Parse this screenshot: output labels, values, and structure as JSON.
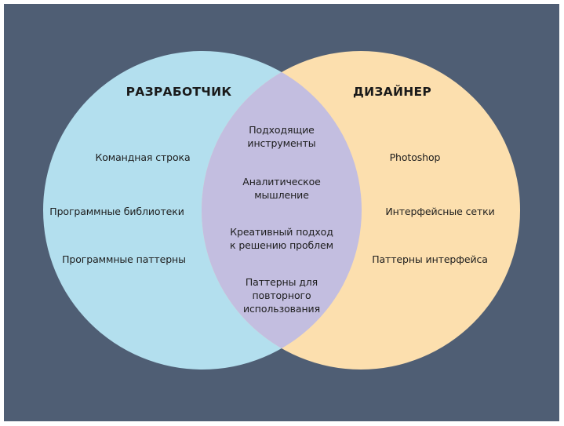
{
  "colors": {
    "background": "#4F5E74",
    "developer_circle": "#B3DFEE",
    "designer_circle": "#FCDFAE",
    "overlap": "#C3BEE0",
    "text": "#1d1d1d"
  },
  "developer": {
    "title": "РАЗРАБОТЧИК",
    "items": [
      "Командная строка",
      "Программные библиотеки",
      "Программные паттерны"
    ]
  },
  "designer": {
    "title": "ДИЗАЙНЕР",
    "items": [
      "Photoshop",
      "Интерфейсные сетки",
      "Паттерны интерфейса"
    ]
  },
  "overlap": {
    "items": [
      [
        "Подходящие",
        "инструменты"
      ],
      [
        "Аналитическое",
        "мышление"
      ],
      [
        "Креативный подход",
        "к решению проблем"
      ],
      [
        "Паттерны для",
        "повторного",
        "использования"
      ]
    ]
  }
}
